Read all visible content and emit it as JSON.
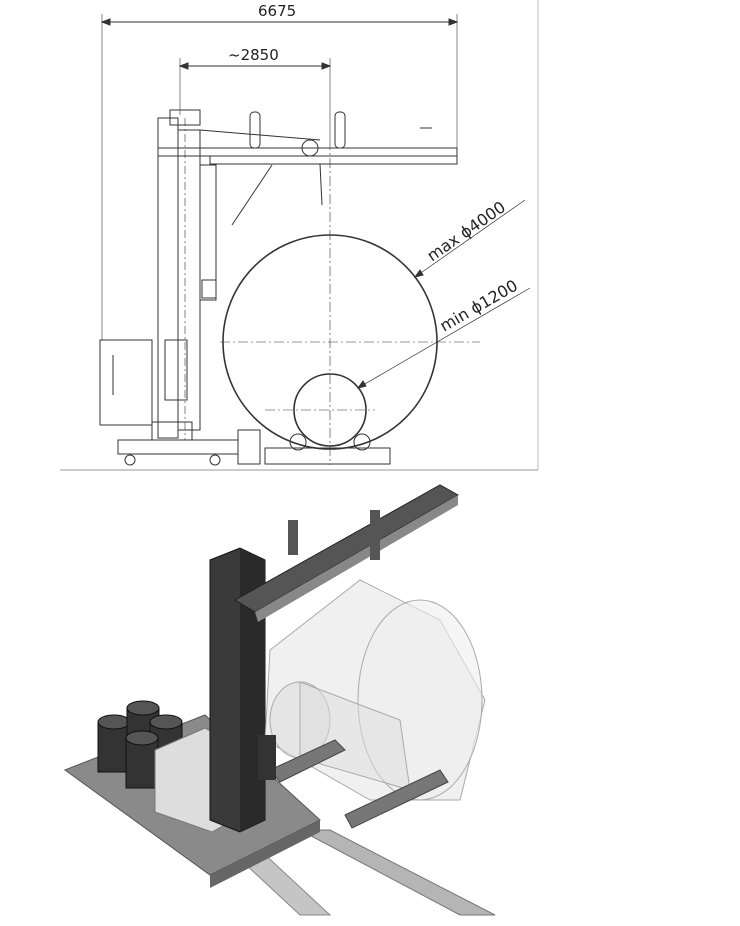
{
  "drawing": {
    "dimensions": {
      "overall_width": "6675",
      "column_to_center": "~2850"
    },
    "labels": {
      "max_diameter": "max ϕ4000",
      "min_diameter": "min ϕ1200"
    }
  },
  "colors": {
    "line": "#333333",
    "column_dark": "#3a3a3a",
    "base_grey": "#8a8a8a"
  }
}
